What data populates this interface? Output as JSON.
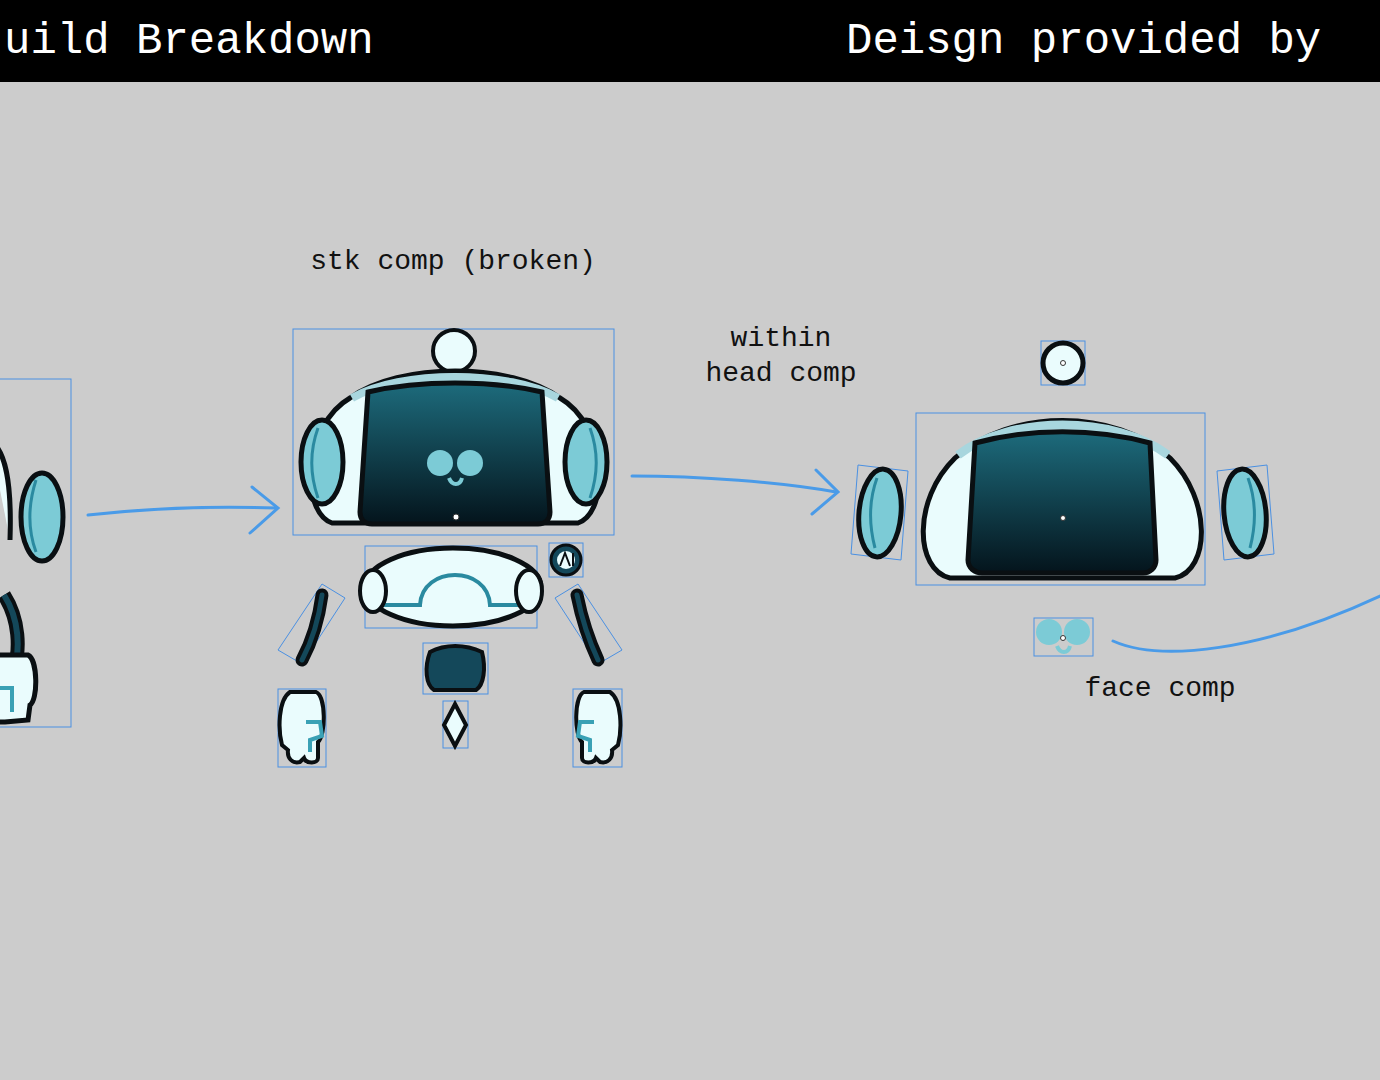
{
  "diagram": {
    "title": "uild Breakdown",
    "labels": [
      "Deisgn provided by",
      "stk comp (broken)",
      "within head comp",
      "face comp"
    ]
  }
}
